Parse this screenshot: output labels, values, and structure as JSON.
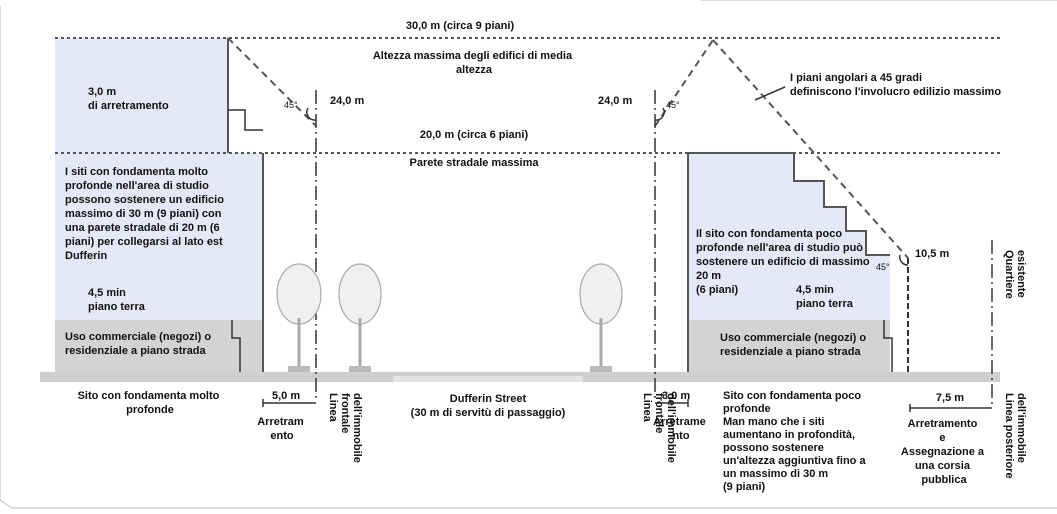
{
  "colors": {
    "upper_fill": "#e6e8f7",
    "ground_fill": "#d3d3d3",
    "ground_band": "#cfcfcf",
    "line": "#555555",
    "text": "#111111"
  },
  "heights": {
    "top": "30,0 m (circa 9 piani)",
    "middle": "20,0 m (circa 6 piani)",
    "max_mid_height": [
      "Altezza massima degli edifici di media",
      "altezza"
    ],
    "street_wall": "Parete stradale massima"
  },
  "left_building": {
    "setback_top": [
      "3,0 m",
      "di arretramento"
    ],
    "height_label": "24,0 m",
    "angle": "45°",
    "description": [
      "I siti con fondamenta molto",
      "profonde nell'area di studio",
      "possono sostenere un edificio",
      "massimo di 30 m (9 piani) con",
      "una parete stradale di 20 m (6",
      "piani) per collegarsi al lato est",
      "Dufferin"
    ],
    "ground_floor": [
      "4,5 min",
      "piano terra"
    ],
    "commercial": [
      "Uso commerciale (negozi) o",
      "residenziale a piano strada"
    ],
    "site_label": [
      "Sito con fondamenta molto",
      "profonde"
    ],
    "setback_bottom_value": "5,0 m",
    "setback_bottom_label": [
      "Arretram",
      "ento"
    ],
    "property_line": [
      "Linea",
      "frontale",
      "dell'immobile"
    ]
  },
  "street": {
    "name": "Dufferin Street",
    "row": "(30 m di servitù di passaggio)"
  },
  "right_building": {
    "height_label": "24,0 m",
    "angle": "45°",
    "angular_planes": [
      "I piani angolari a 45 gradi",
      "definiscono l'involucro edilizio massimo"
    ],
    "description": [
      "Il sito con fondamenta poco",
      "profonde nell'area di studio può",
      "sostenere un edificio di massimo",
      "20 m",
      "(6 piani)"
    ],
    "rear_height": "10,5 m",
    "rear_angle": "45°",
    "ground_floor": [
      "4,5 min",
      "piano terra"
    ],
    "commercial": [
      "Uso commerciale (negozi) o",
      "residenziale a piano strada"
    ],
    "property_line": [
      "Linea",
      "frontale",
      "dell'immobile"
    ],
    "setback_front_value": "3,0 m",
    "setback_front_label": [
      "Arretrame",
      "nto"
    ],
    "site_label": [
      "Sito con fondamenta poco",
      "profonde",
      "Man mano che i siti",
      "aumentano in profondità,",
      "possono sostenere",
      "un'altezza aggiuntiva fino a",
      "un massimo di 30 m",
      "(9 piani)"
    ],
    "rear_setback_value": "7,5 m",
    "rear_setback_label": [
      "Arretramento",
      "e",
      "Assegnazione a",
      "una corsia",
      "pubblica"
    ],
    "rear_property_line": [
      "Linea posteriore",
      "dell'immobile"
    ],
    "existing_neighbourhood": [
      "Quartiere",
      "esistente"
    ]
  }
}
